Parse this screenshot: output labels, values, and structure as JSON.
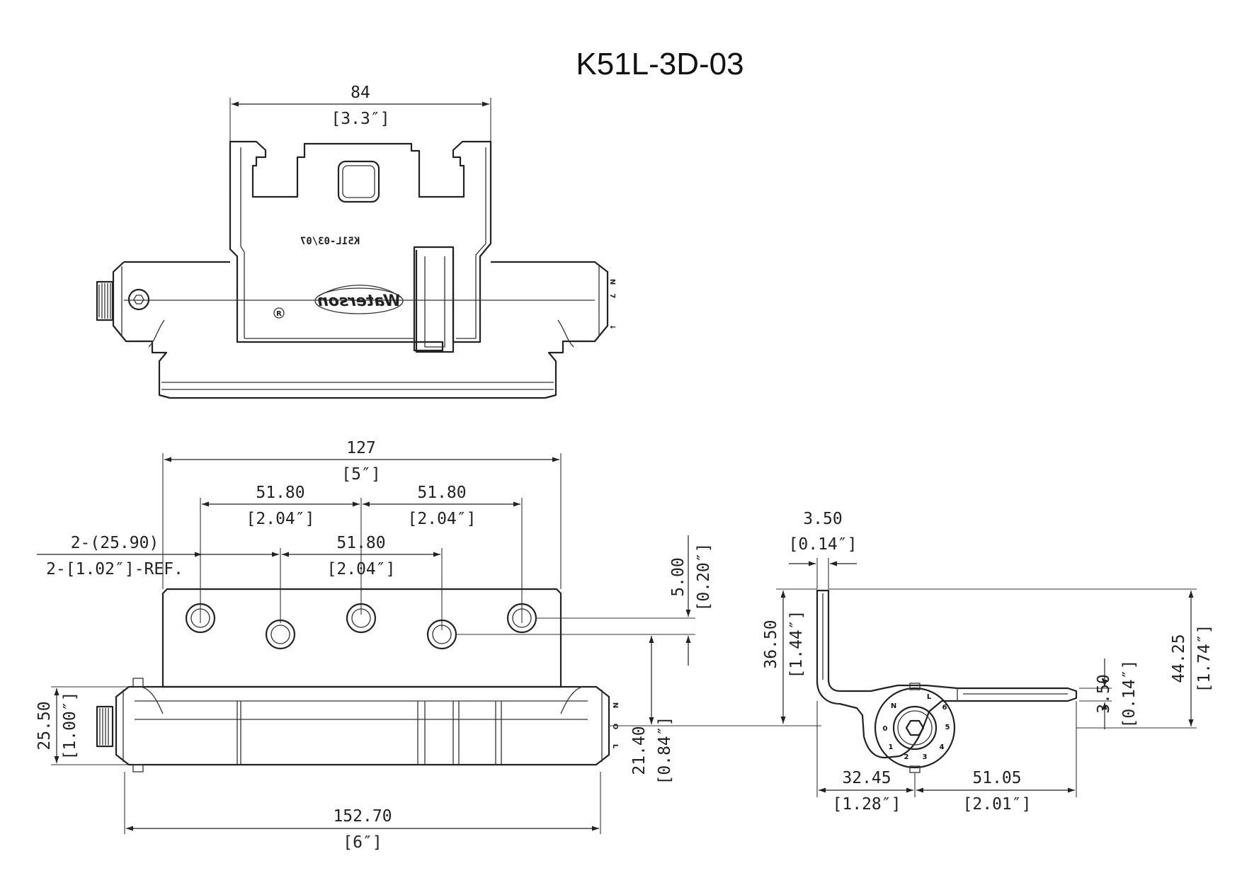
{
  "title": "K51L-3D-03",
  "top_view": {
    "width_mm": "84",
    "width_in": "[3.3″]",
    "engraving": "K51L-03/07",
    "logo_text": "Waterson",
    "logo_mark": "R"
  },
  "front_view": {
    "overall_leaf_mm": "127",
    "overall_leaf_in": "[5″]",
    "spacing_left_mm": "51.80",
    "spacing_left_in": "[2.04″]",
    "spacing_right_mm": "51.80",
    "spacing_right_in": "[2.04″]",
    "spacing_mid_mm": "51.80",
    "spacing_mid_in": "[2.04″]",
    "ref_mm": "2-(25.90)",
    "ref_in": "2-[1.02″]-REF.",
    "stagger_mm": "5.00",
    "stagger_in": "[0.20″]",
    "barrel_dia_mm": "25.50",
    "barrel_dia_in": "[1.00″]",
    "hole_to_axis_mm": "21.40",
    "hole_to_axis_in": "[0.84″]",
    "overall_mm": "152.70",
    "overall_in": "[6″]",
    "end_marks": [
      "N",
      "O",
      "L"
    ]
  },
  "side_view": {
    "thickness_mm": "3.50",
    "thickness_in": "[0.14″]",
    "leaf_height_mm": "36.50",
    "leaf_height_in": "[1.44″]",
    "overall_height_mm": "44.25",
    "overall_height_in": "[1.74″]",
    "arm_thickness_mm": "3.50",
    "arm_thickness_in": "[0.14″]",
    "left_offset_mm": "32.45",
    "left_offset_in": "[1.28″]",
    "right_len_mm": "51.05",
    "right_len_in": "[2.01″]",
    "dial_marks": [
      "N",
      "L",
      "6",
      "5",
      "4",
      "3",
      "2",
      "1",
      "0"
    ]
  }
}
